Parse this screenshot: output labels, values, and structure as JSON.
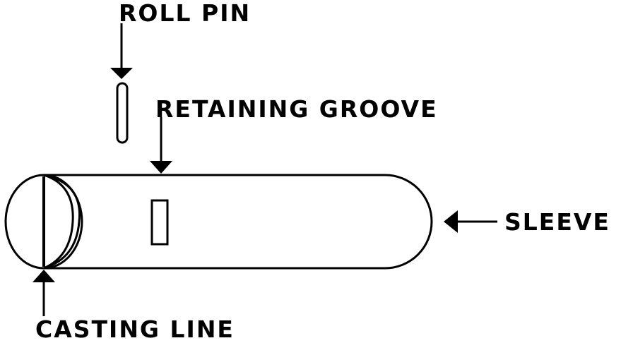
{
  "labels": {
    "roll_pin": "ROLL PIN",
    "retaining_groove": "RETAINING GROOVE",
    "sleeve": "SLEEVE",
    "casting_line": "CASTING LINE"
  },
  "colors": {
    "ink": "#000000",
    "background": "#ffffff"
  }
}
